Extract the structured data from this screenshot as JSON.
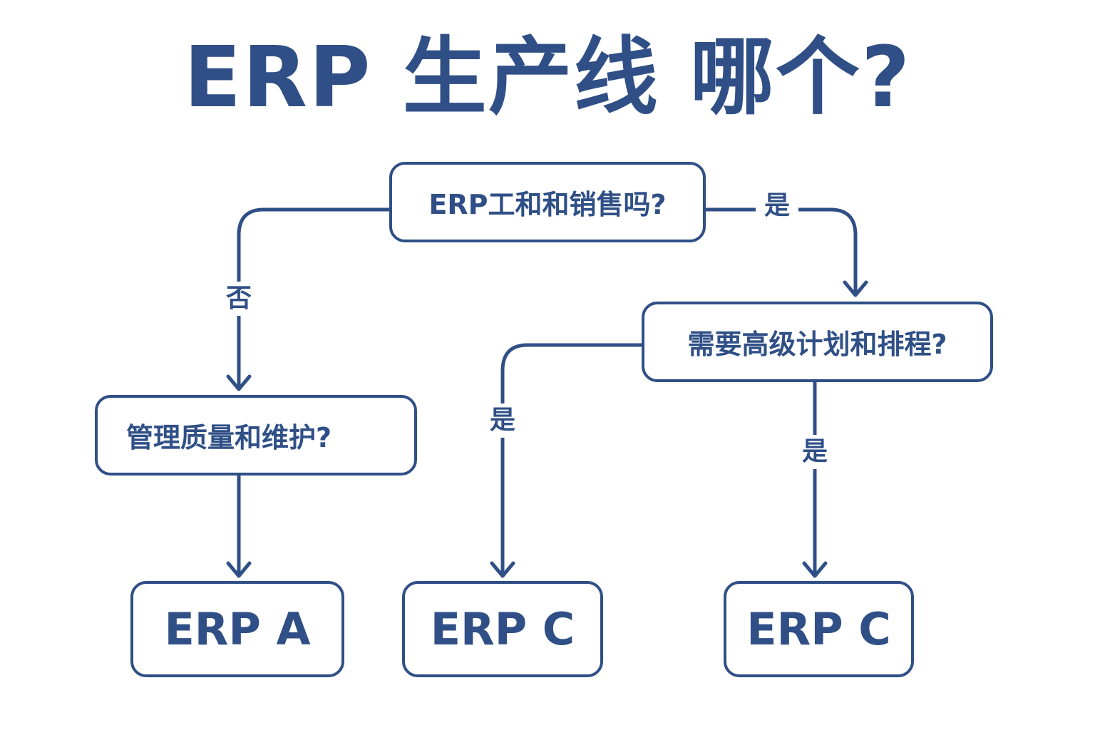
{
  "title": "ERP  生产线 哪个?",
  "colors": {
    "primary": "#2f4f86",
    "background": "#ffffff"
  },
  "nodes": {
    "q1": "ERP工和和销售吗?",
    "q2": "需要高级计划和排程?",
    "q3": "管理质量和维护?",
    "r1": "ERP A",
    "r2": "ERP C",
    "r3": "ERP C"
  },
  "edges": {
    "q1_no": "否",
    "q1_yes": "是",
    "q2_left_yes": "是",
    "q2_down_yes": "是"
  }
}
